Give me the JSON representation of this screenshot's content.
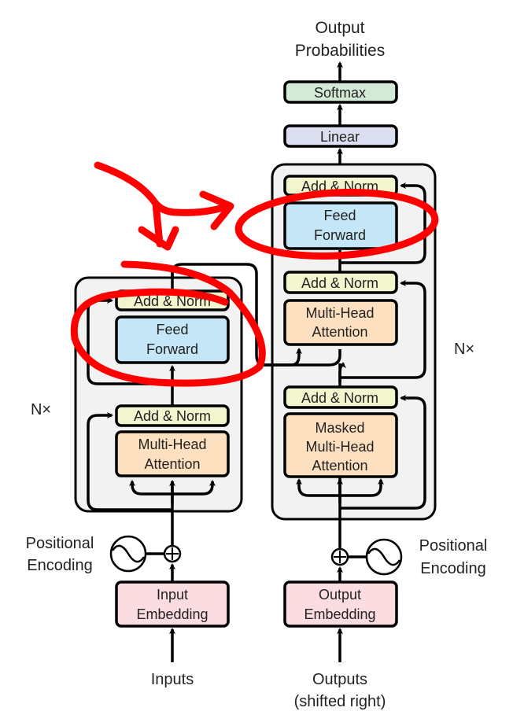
{
  "diagram": {
    "title": "Transformer model architecture",
    "colors": {
      "add_norm": "#f3f5cf",
      "feed_forward": "#c4e6f6",
      "attention": "#fde0bf",
      "embedding": "#fbdde1",
      "linear": "#dcdff0",
      "softmax": "#d3ebd6",
      "stack_bg": "#f2f2f2",
      "annotation": "#ff0000"
    },
    "encoder": {
      "repeat_label": "N×",
      "add_norm_top": "Add & Norm",
      "feed_forward": [
        "Feed",
        "Forward"
      ],
      "add_norm_bottom": "Add & Norm",
      "attention": [
        "Multi-Head",
        "Attention"
      ],
      "positional_encoding": [
        "Positional",
        "Encoding"
      ],
      "embedding": [
        "Input",
        "Embedding"
      ],
      "input_label": "Inputs"
    },
    "decoder": {
      "repeat_label": "N×",
      "add_norm_top": "Add & Norm",
      "feed_forward": [
        "Feed",
        "Forward"
      ],
      "add_norm_mid": "Add & Norm",
      "cross_attention": [
        "Multi-Head",
        "Attention"
      ],
      "add_norm_bottom": "Add & Norm",
      "masked_attention": [
        "Masked",
        "Multi-Head",
        "Attention"
      ],
      "positional_encoding": [
        "Positional",
        "Encoding"
      ],
      "embedding": [
        "Output",
        "Embedding"
      ],
      "input_label": [
        "Outputs",
        "(shifted right)"
      ]
    },
    "head": {
      "linear": "Linear",
      "softmax": "Softmax",
      "output_label": [
        "Output",
        "Probabilities"
      ]
    },
    "annotations": {
      "description": "Red hand-drawn circles highlighting both Feed Forward blocks, with a curved arrow pointing to each"
    }
  }
}
